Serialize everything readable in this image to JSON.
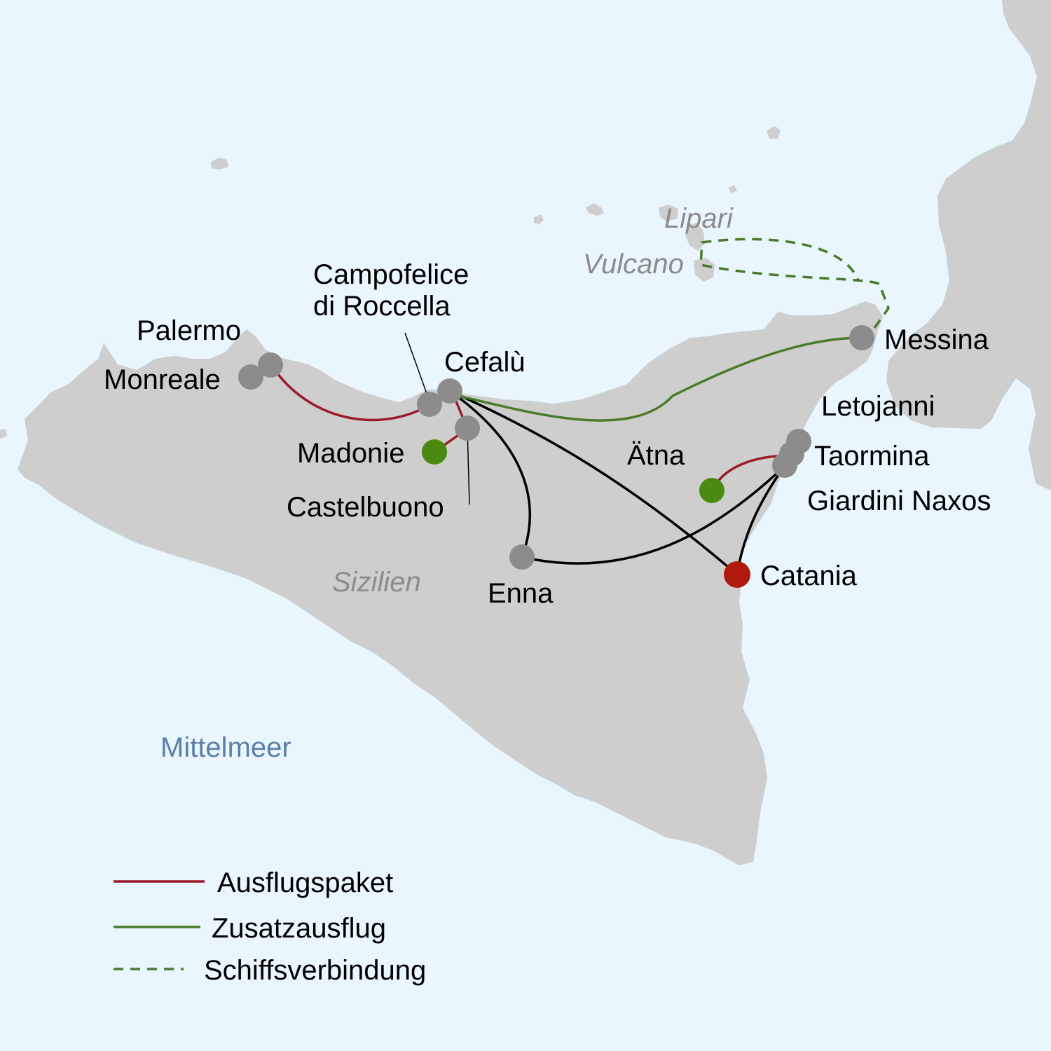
{
  "colors": {
    "sea": "#eaf6fd",
    "land": "#cecece",
    "city_marker": "#8c8c8c",
    "nature_marker": "#4a8a10",
    "start_marker": "#b01a0c",
    "ausflugspaket": "#9c1b2b",
    "zusatzausflug": "#4a7b2a",
    "schiffsverbindung": "#4a7b2a",
    "main_route": "#000000"
  },
  "places": {
    "palermo": "Palermo",
    "monreale": "Monreale",
    "campofelice_line1": "Campofelice",
    "campofelice_line2": "di Roccella",
    "cefalu": "Cefalù",
    "madonie": "Madonie",
    "castelbuono": "Castelbuono",
    "enna": "Enna",
    "etna": "Ätna",
    "catania": "Catania",
    "messina": "Messina",
    "letojanni": "Letojanni",
    "taormina": "Taormina",
    "giardini_naxos": "Giardini Naxos"
  },
  "geo_labels": {
    "sicily": "Sizilien",
    "lipari": "Lipari",
    "vulcano": "Vulcano",
    "sea": "Mittelmeer"
  },
  "legend": [
    {
      "label": "Ausflugspaket",
      "style": "solid",
      "color": "#9c1b2b"
    },
    {
      "label": "Zusatzausflug",
      "style": "solid",
      "color": "#4a7b2a"
    },
    {
      "label": "Schiffsverbindung",
      "style": "dashed",
      "color": "#4a7b2a"
    }
  ]
}
